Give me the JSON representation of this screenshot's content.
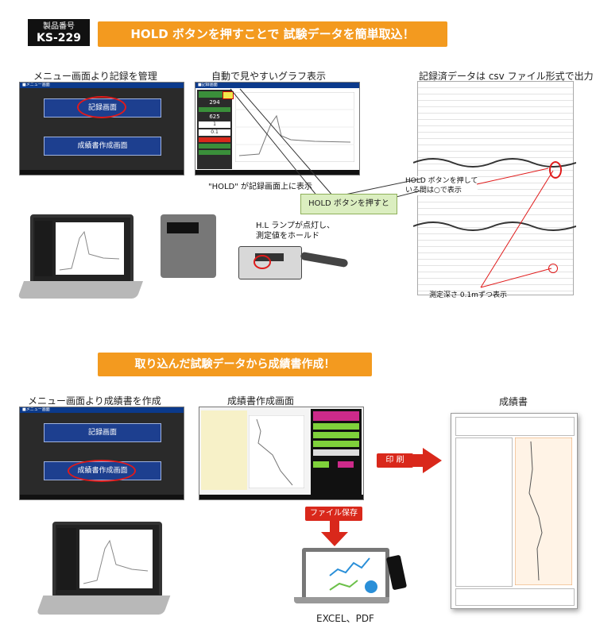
{
  "header": {
    "product_label": "製品番号",
    "product_code": "KS-229",
    "banner": "HOLD ボタンを押すことで 試験データを簡単取込！"
  },
  "section1": {
    "menu_caption": "メニュー画面より記録を管理",
    "menu_record_btn": "記録画面",
    "menu_report_btn": "成績書作成画面",
    "graph_caption": "自動で見やすいグラフ表示",
    "graph_value1": "294",
    "graph_value2": "625",
    "graph_value3": "1",
    "graph_value4": "0.1",
    "hold_note": "\"HOLD\" が記録画面上に表示",
    "csv_caption": "記録済データは csv ファイル形式で出力",
    "csv_hold_note": "HOLD ボタンを押して\nいる間は○で表示",
    "callout": "HOLD ボタンを押すと",
    "lamp_note": "H.L ランプが点灯し、\n測定値をホールド",
    "depth_note": "測定深さ 0.1mずつ表示"
  },
  "section2": {
    "banner": "取り込んだ試験データから成績書作成！",
    "menu_caption": "メニュー画面より成績書を作成",
    "menu_record_btn": "記録画面",
    "menu_report_btn": "成績書作成画面",
    "report_screen_caption": "成績書作成画面",
    "report_caption": "成績書",
    "print_label": "印 刷",
    "save_label": "ファイル保存",
    "export_label": "EXCEL、PDF"
  },
  "colors": {
    "orange": "#f39a1f",
    "red": "#d9281b",
    "navy": "#0b3a8c",
    "callout_bg": "#dbeec0"
  },
  "icons": [
    "laptop-icon",
    "usb-drive-icon",
    "arrow-right-icon",
    "arrow-down-icon"
  ]
}
